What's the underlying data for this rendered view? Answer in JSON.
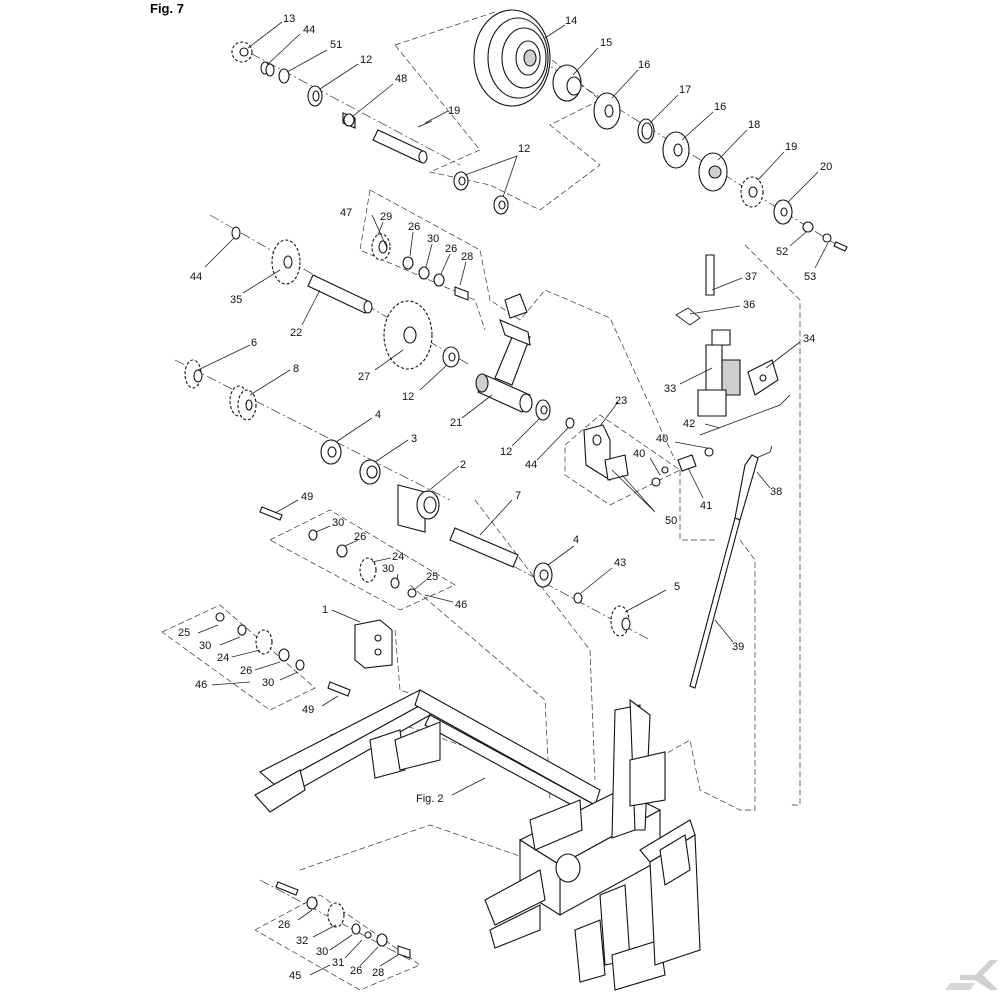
{
  "figure_title": "Fig. 7",
  "frame_label": "Fig. 2",
  "watermark_logo": "K",
  "part_labels": {
    "l13": "13",
    "l44a": "44",
    "l51": "51",
    "l12a": "12",
    "l48": "48",
    "l19a": "19",
    "l14": "14",
    "l15": "15",
    "l16a": "16",
    "l17": "17",
    "l16b": "16",
    "l18": "18",
    "l19b": "19",
    "l20": "20",
    "l52": "52",
    "l53": "53",
    "l12b": "12",
    "l47": "47",
    "l29": "29",
    "l26a": "26",
    "l30a": "30",
    "l26b": "26",
    "l28a": "28",
    "l44b": "44",
    "l35": "35",
    "l22": "22",
    "l27": "27",
    "l12c": "12",
    "l6": "6",
    "l8": "8",
    "l4a": "4",
    "l3": "3",
    "l21": "21",
    "l12d": "12",
    "l44c": "44",
    "l23": "23",
    "l37": "37",
    "l36": "36",
    "l34": "34",
    "l33": "33",
    "l42": "42",
    "l40a": "40",
    "l40b": "40",
    "l41": "41",
    "l38": "38",
    "l50": "50",
    "l2": "2",
    "l7": "7",
    "l49a": "49",
    "l30b": "30",
    "l26c": "26",
    "l24a": "24",
    "l30c": "30",
    "l25a": "25",
    "l46a": "46",
    "l4b": "4",
    "l43": "43",
    "l5": "5",
    "l39": "39",
    "l1": "1",
    "l25b": "25",
    "l30d": "30",
    "l24b": "24",
    "l26d": "26",
    "l30e": "30",
    "l46b": "46",
    "l49b": "49",
    "l26e": "26",
    "l32": "32",
    "l30f": "30",
    "l31": "31",
    "l26f": "26",
    "l28b": "28",
    "l45": "45"
  }
}
